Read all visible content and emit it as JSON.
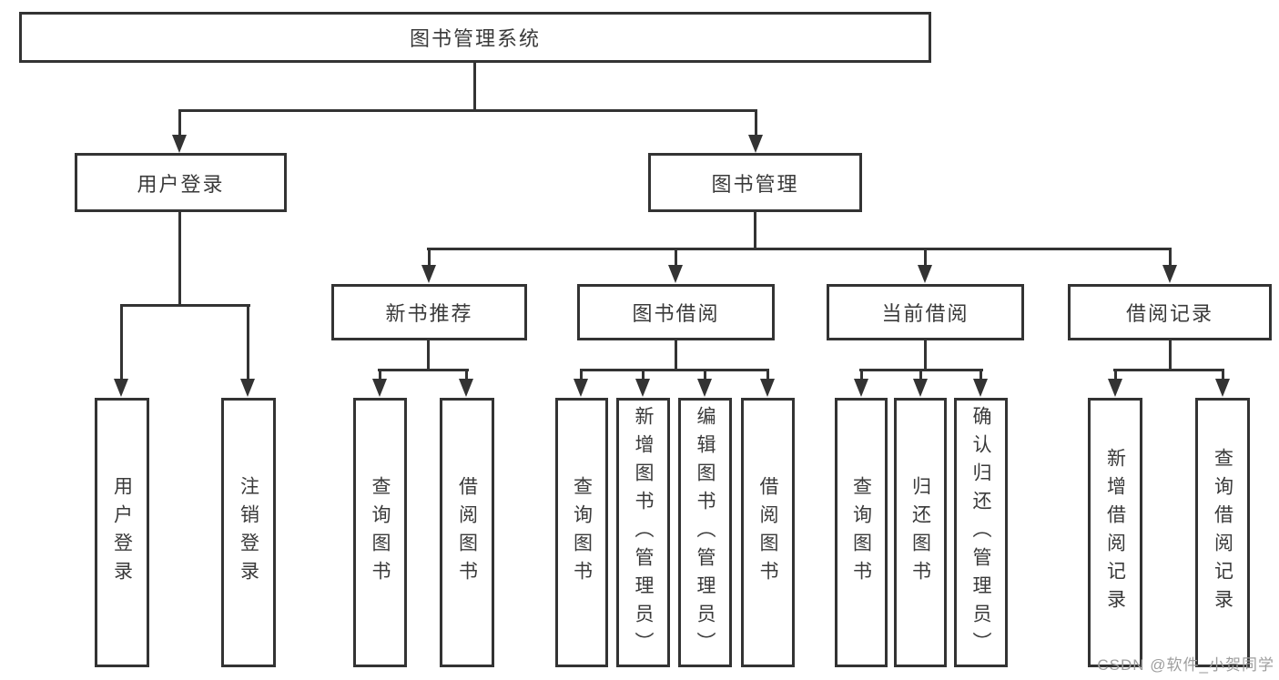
{
  "diagram_type": "hierarchy-tree",
  "colors": {
    "line": "#333333",
    "text": "#3a3a3a",
    "background": "#ffffff",
    "watermark": "#9e9e9e"
  },
  "watermark": "CSDN @软件_小贺同学",
  "tree": {
    "label": "图书管理系统",
    "children": [
      {
        "label": "用户登录",
        "children": [
          {
            "label": "用户登录"
          },
          {
            "label": "注销登录"
          }
        ]
      },
      {
        "label": "图书管理",
        "children": [
          {
            "label": "新书推荐",
            "children": [
              {
                "label": "查询图书"
              },
              {
                "label": "借阅图书"
              }
            ]
          },
          {
            "label": "图书借阅",
            "children": [
              {
                "label": "查询图书"
              },
              {
                "label": "新增图书（管理员）"
              },
              {
                "label": "编辑图书（管理员）"
              },
              {
                "label": "借阅图书"
              }
            ]
          },
          {
            "label": "当前借阅",
            "children": [
              {
                "label": "查询图书"
              },
              {
                "label": "归还图书"
              },
              {
                "label": "确认归还（管理员）"
              }
            ]
          },
          {
            "label": "借阅记录",
            "children": [
              {
                "label": "新增借阅记录"
              },
              {
                "label": "查询借阅记录"
              }
            ]
          }
        ]
      }
    ]
  }
}
